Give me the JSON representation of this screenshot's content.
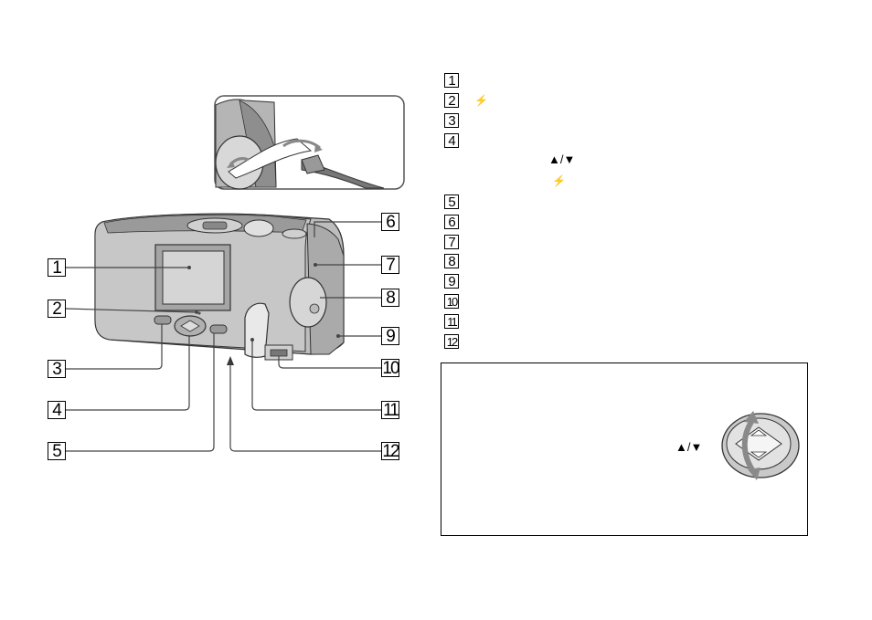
{
  "callouts": [
    "1",
    "2",
    "3",
    "4",
    "5",
    "6",
    "7",
    "8",
    "9",
    "10",
    "11",
    "12"
  ],
  "legend": {
    "items": [
      {
        "number": "1"
      },
      {
        "number": "2",
        "symbol": "⚡"
      },
      {
        "number": "3"
      },
      {
        "number": "4",
        "sub_symbols": [
          "▲/▼",
          "⚡"
        ]
      },
      {
        "number": "5"
      },
      {
        "number": "6"
      },
      {
        "number": "7"
      },
      {
        "number": "8"
      },
      {
        "number": "9"
      },
      {
        "number": "10"
      },
      {
        "number": "11"
      },
      {
        "number": "12"
      }
    ]
  },
  "note": {
    "symbol": "▲/▼"
  }
}
